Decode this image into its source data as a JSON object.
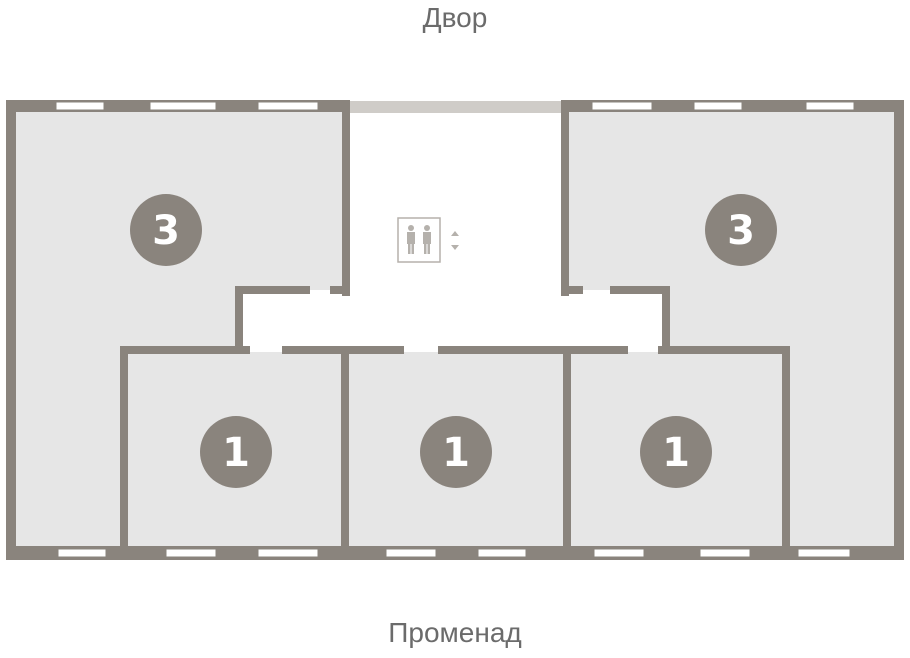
{
  "labels": {
    "top": "Двор",
    "bottom": "Променад"
  },
  "units": [
    {
      "id": "apt-top-left",
      "rooms": "3"
    },
    {
      "id": "apt-top-right",
      "rooms": "3"
    },
    {
      "id": "apt-bottom-left",
      "rooms": "1"
    },
    {
      "id": "apt-bottom-center",
      "rooms": "1"
    },
    {
      "id": "apt-bottom-right",
      "rooms": "1"
    }
  ],
  "icons": {
    "elevator": "elevator-icon"
  },
  "colors": {
    "wall": "#8a847d",
    "floor": "#e6e6e6",
    "background": "#ffffff"
  }
}
